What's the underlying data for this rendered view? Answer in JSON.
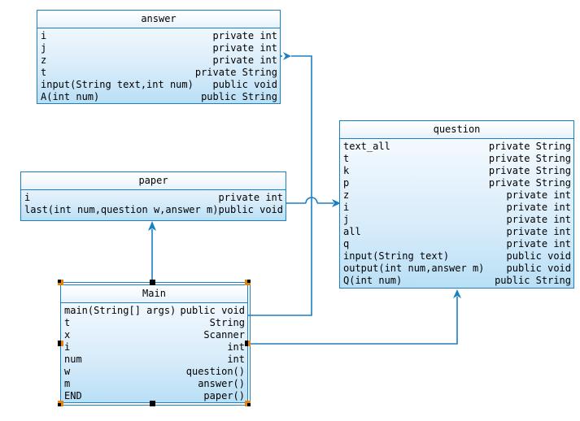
{
  "diagram": {
    "title": "UML Class Diagram",
    "background_color": "#ffffff",
    "line_color": "#1b7fc4",
    "class_fill_top": "#fbfdff",
    "class_fill_bottom": "#b9dff5",
    "selection_handle_color": "#000000",
    "selection_accent_color": "#e8820c"
  },
  "classes": {
    "answer": {
      "name": "answer",
      "members": [
        {
          "name": "i",
          "type": "private int"
        },
        {
          "name": "j",
          "type": "private int"
        },
        {
          "name": "z",
          "type": "private int"
        },
        {
          "name": "t",
          "type": "private String"
        },
        {
          "name": "input(String text,int num)",
          "type": "public void"
        },
        {
          "name": "A(int num)",
          "type": "public String"
        }
      ]
    },
    "question": {
      "name": "question",
      "members": [
        {
          "name": "text_all",
          "type": "private String"
        },
        {
          "name": "t",
          "type": "private String"
        },
        {
          "name": "k",
          "type": "private String"
        },
        {
          "name": "p",
          "type": "private String"
        },
        {
          "name": "z",
          "type": "private int"
        },
        {
          "name": "i",
          "type": "private int"
        },
        {
          "name": "j",
          "type": "private int"
        },
        {
          "name": "all",
          "type": "private int"
        },
        {
          "name": "q",
          "type": "private int"
        },
        {
          "name": "input(String text)",
          "type": "public void"
        },
        {
          "name": "output(int num,answer m)",
          "type": "public void"
        },
        {
          "name": "Q(int num)",
          "type": "public String"
        }
      ]
    },
    "paper": {
      "name": "paper",
      "members": [
        {
          "name": "i",
          "type": "private int"
        },
        {
          "name": "last(int num,question w,answer m)",
          "type": "public void"
        }
      ]
    },
    "main": {
      "name": "Main",
      "selected": "true",
      "members": [
        {
          "name": "main(String[] args)",
          "type": "public void"
        },
        {
          "name": "t",
          "type": "String"
        },
        {
          "name": "x",
          "type": "Scanner"
        },
        {
          "name": "i",
          "type": "int"
        },
        {
          "name": "num",
          "type": "int"
        },
        {
          "name": "w",
          "type": "question()"
        },
        {
          "name": "m",
          "type": "answer()"
        },
        {
          "name": "END",
          "type": "paper()"
        }
      ]
    }
  },
  "associations": [
    {
      "from": "Main",
      "to": "answer",
      "kind": "directed-association"
    },
    {
      "from": "Main",
      "to": "question",
      "kind": "directed-association"
    },
    {
      "from": "Main",
      "to": "paper",
      "kind": "directed-association"
    },
    {
      "from": "paper",
      "to": "question",
      "kind": "directed-association"
    }
  ]
}
